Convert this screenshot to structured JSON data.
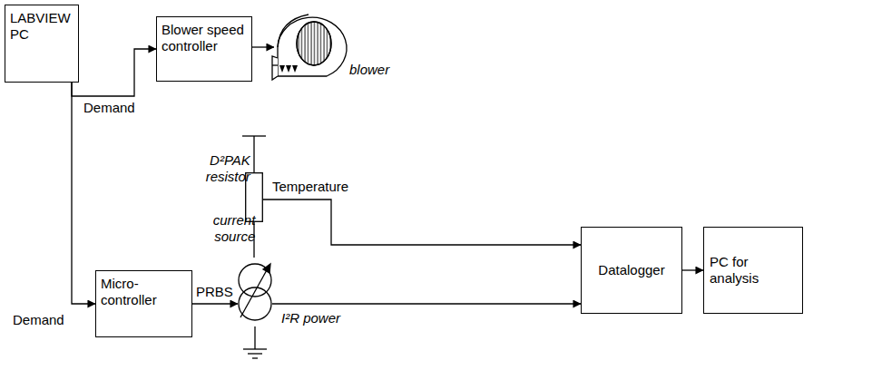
{
  "diagram": {
    "nodes": [
      {
        "text": [
          "LABVIEW PC"
        ]
      },
      {
        "text": [
          "Blower speed controller"
        ]
      },
      {
        "text": [
          "blower"
        ]
      },
      {
        "text": [
          "D²PAK resistor"
        ]
      },
      {
        "text": [
          "current source"
        ]
      },
      {
        "text": [
          "Micro-controller"
        ]
      },
      {
        "text": [
          "Datalogger"
        ]
      },
      {
        "text": [
          "PC for analysis"
        ]
      }
    ],
    "edges": [
      {
        "from": 0,
        "to": 1,
        "label": "Demand",
        "arrow": "to"
      },
      {
        "from": 0,
        "to": 5,
        "label": "Demand",
        "arrow": "to"
      },
      {
        "from": 1,
        "to": 2,
        "arrow": "to"
      },
      {
        "from": 3,
        "to": 4,
        "arrow": "none"
      },
      {
        "from": 5,
        "to": 4,
        "label": "PRBS",
        "arrow": "to"
      },
      {
        "from": 3,
        "to": 6,
        "label": "Temperature",
        "arrow": "to"
      },
      {
        "from": 4,
        "to": 6,
        "label": "I²R power",
        "arrow": "to"
      },
      {
        "from": 6,
        "to": 7,
        "arrow": "to"
      }
    ]
  }
}
